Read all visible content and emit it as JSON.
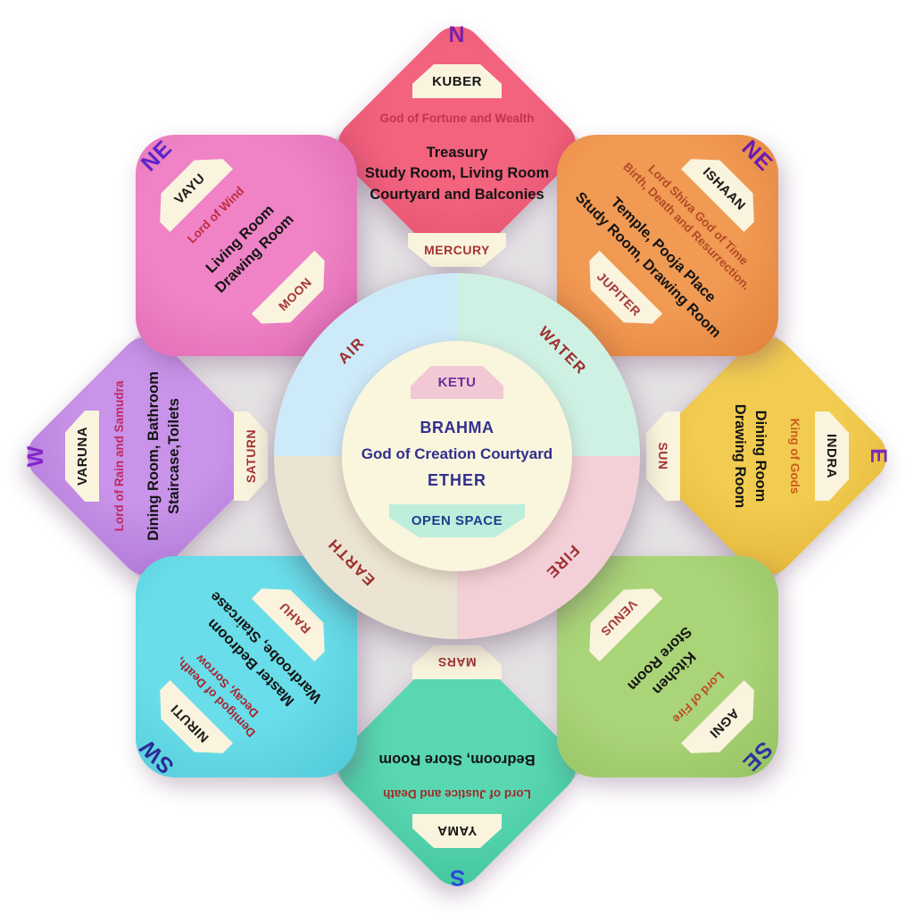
{
  "theme": {
    "--canvas-bg": "#FFFFFF",
    "--octagon": "#E4E1E4",
    "--badge-bg": "#FAF4DE",
    "--deity-color": "#161616",
    "--planet-color": "#A33434",
    "--rooms-color": "#141414",
    "--ring-label": "#9E2F2F",
    "--inner-bg": "#FAF5DD",
    "--inner-text": "#31308C",
    "--ketu-bg": "#F2C8D5",
    "--ketu-color": "#6A2E9E",
    "--open-bg": "#BDEEDB",
    "--open-color": "#1F3C8F"
  },
  "center": {
    "ring": {
      "quadrants": [
        {
          "label": "AIR",
          "color": "#CDEAF9"
        },
        {
          "label": "WATER",
          "color": "#CEF1E4"
        },
        {
          "label": "FIRE",
          "color": "#F3D0D7"
        },
        {
          "label": "EARTH",
          "color": "#ECE4D2"
        }
      ]
    },
    "inner": {
      "ketu": "KETU",
      "deity": "BRAHMA",
      "subtitle": "God of Creation Courtyard",
      "element": "ETHER",
      "open_space": "OPEN SPACE"
    }
  },
  "petals": [
    {
      "id": "north",
      "direction": "N",
      "deity": "KUBER",
      "description": "God of Fortune and Wealth",
      "rooms": "Treasury\nStudy Room, Living Room\nCourtyard and Balconies",
      "planet": "MERCURY",
      "colors": {
        "bg": "#F3637E",
        "bg2": "#E14F6E",
        "direction": "#7A1FA8",
        "description": "#C2334C"
      }
    },
    {
      "id": "north-east",
      "direction": "NE",
      "deity": "ISHAAN",
      "description": "Lord Shiva God of Time\nBirth, Death and Resurrection.",
      "rooms": "Temple, Pooja Place\nStudy Room, Drawing Room",
      "planet": "JUPITER",
      "colors": {
        "bg": "#F19A54",
        "bg2": "#E2823B",
        "direction": "#6A1CB0",
        "description": "#B34A26"
      }
    },
    {
      "id": "east",
      "direction": "E",
      "deity": "INDRA",
      "description": "King of Gods",
      "rooms": "Dining Room\nDrawing Room",
      "planet": "SUN",
      "colors": {
        "bg": "#F1CC50",
        "bg2": "#E3B73A",
        "direction": "#7A2CB8",
        "description": "#CC5A1E"
      }
    },
    {
      "id": "south-east",
      "direction": "SE",
      "deity": "AGNI",
      "description": "Lord of Fire",
      "rooms": "Kitchen\nStore Room",
      "planet": "VENUS",
      "colors": {
        "bg": "#AAD478",
        "bg2": "#94C260",
        "direction": "#32329E",
        "description": "#BE4A22"
      }
    },
    {
      "id": "south",
      "direction": "S",
      "deity": "YAMA",
      "description": "Lord of Justice and Death",
      "rooms": "Bedroom, Store Room",
      "planet": "MARS",
      "colors": {
        "bg": "#59D7B1",
        "bg2": "#43C49C",
        "direction": "#2B49D6",
        "description": "#A02B2B"
      }
    },
    {
      "id": "south-west",
      "direction": "SW",
      "deity": "NIRUTI",
      "description": "Demigod of Death,\nDecay, Sorrow",
      "rooms": "Master Bedroom\nWardroobe, Staircase",
      "planet": "RAHU",
      "colors": {
        "bg": "#69DDE9",
        "bg2": "#50C9D6",
        "direction": "#2C2C96",
        "description": "#A82430"
      }
    },
    {
      "id": "west",
      "direction": "W",
      "deity": "VARUNA",
      "description": "Lord of Rain and Samudra",
      "rooms": "Dining Room, Bathroom\nStaircase,Toilets",
      "planet": "SATURN",
      "colors": {
        "bg": "#C893E8",
        "bg2": "#B279D9",
        "direction": "#8326C9",
        "description": "#C22762"
      }
    },
    {
      "id": "north-west",
      "direction": "NE",
      "deity": "VAYU",
      "description": "Lord of Wind",
      "rooms": "Living Room\nDrawing Room",
      "planet": "MOON",
      "colors": {
        "bg": "#EF83C5",
        "bg2": "#DE68B2",
        "direction": "#5A25C9",
        "description": "#BE2D44"
      }
    }
  ]
}
